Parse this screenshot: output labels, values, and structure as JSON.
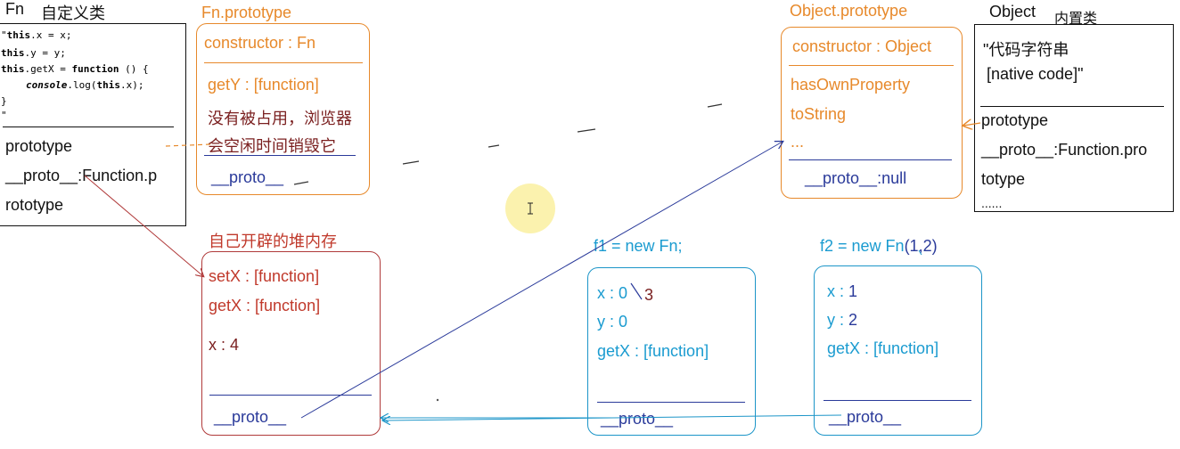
{
  "colors": {
    "black": "#111111",
    "orange": "#e7892b",
    "red": "#c0392b",
    "blue": "#2a3a9a",
    "cyan": "#1c95c8",
    "cyan_text": "#1a9bd0",
    "darkred": "#7a1f1f"
  },
  "fn_box": {
    "title": "Fn",
    "subtitle": "自定义类",
    "code": {
      "l1_kw": "this",
      "l1_rest": ".x = x;",
      "l1_prefix": "\"",
      "l2_kw": "this",
      "l2_rest": ".y = y;",
      "l3_kw": "this",
      "l3_mid": ".getX = ",
      "l3_fn": "function",
      "l3_end": " () {",
      "l4_obj": "console",
      "l4_mid": ".log(",
      "l4_kw": "this",
      "l4_end": ".x);",
      "l5": "}",
      "l6": "\""
    },
    "prototype": "prototype",
    "proto_line1": "__proto__:Function.p",
    "proto_line2": "rototype"
  },
  "fn_prototype": {
    "title": "Fn.prototype",
    "constructor": "constructor : Fn",
    "gety": "getY : [function]",
    "note1": "没有被占用，浏览器",
    "note2": "会空闲时间销毁它",
    "proto": "__proto__"
  },
  "heap": {
    "title": "自己开辟的堆内存",
    "setx": "setX : [function]",
    "getx": "getX : [function]",
    "x": "x : 4",
    "proto": "__proto__"
  },
  "object_prototype": {
    "title": "Object.prototype",
    "constructor": "constructor : Object",
    "has_own": "hasOwnProperty",
    "to_string": "toString",
    "ellipsis": "...",
    "proto": "__proto__:null"
  },
  "object_box": {
    "title": "Object",
    "subtitle": "内置类",
    "native1": "\"代码字符串",
    "native2": "[native code]\"",
    "prototype": "prototype",
    "proto_line1": "__proto__:Function.pro",
    "proto_line2": "totype",
    "more": "......"
  },
  "f1": {
    "title": "f1 = new Fn;",
    "x": "x : 0",
    "x_new": "3",
    "y": "y : 0",
    "getx": "getX : [function]",
    "proto": "__proto__"
  },
  "f2": {
    "title": "f2 = new Fn",
    "args": "(1,2)",
    "x_label": "x :",
    "x_val": "1",
    "y_label": "y :",
    "y_val": "2",
    "getx": "getX : [function]",
    "proto": "__proto__"
  }
}
